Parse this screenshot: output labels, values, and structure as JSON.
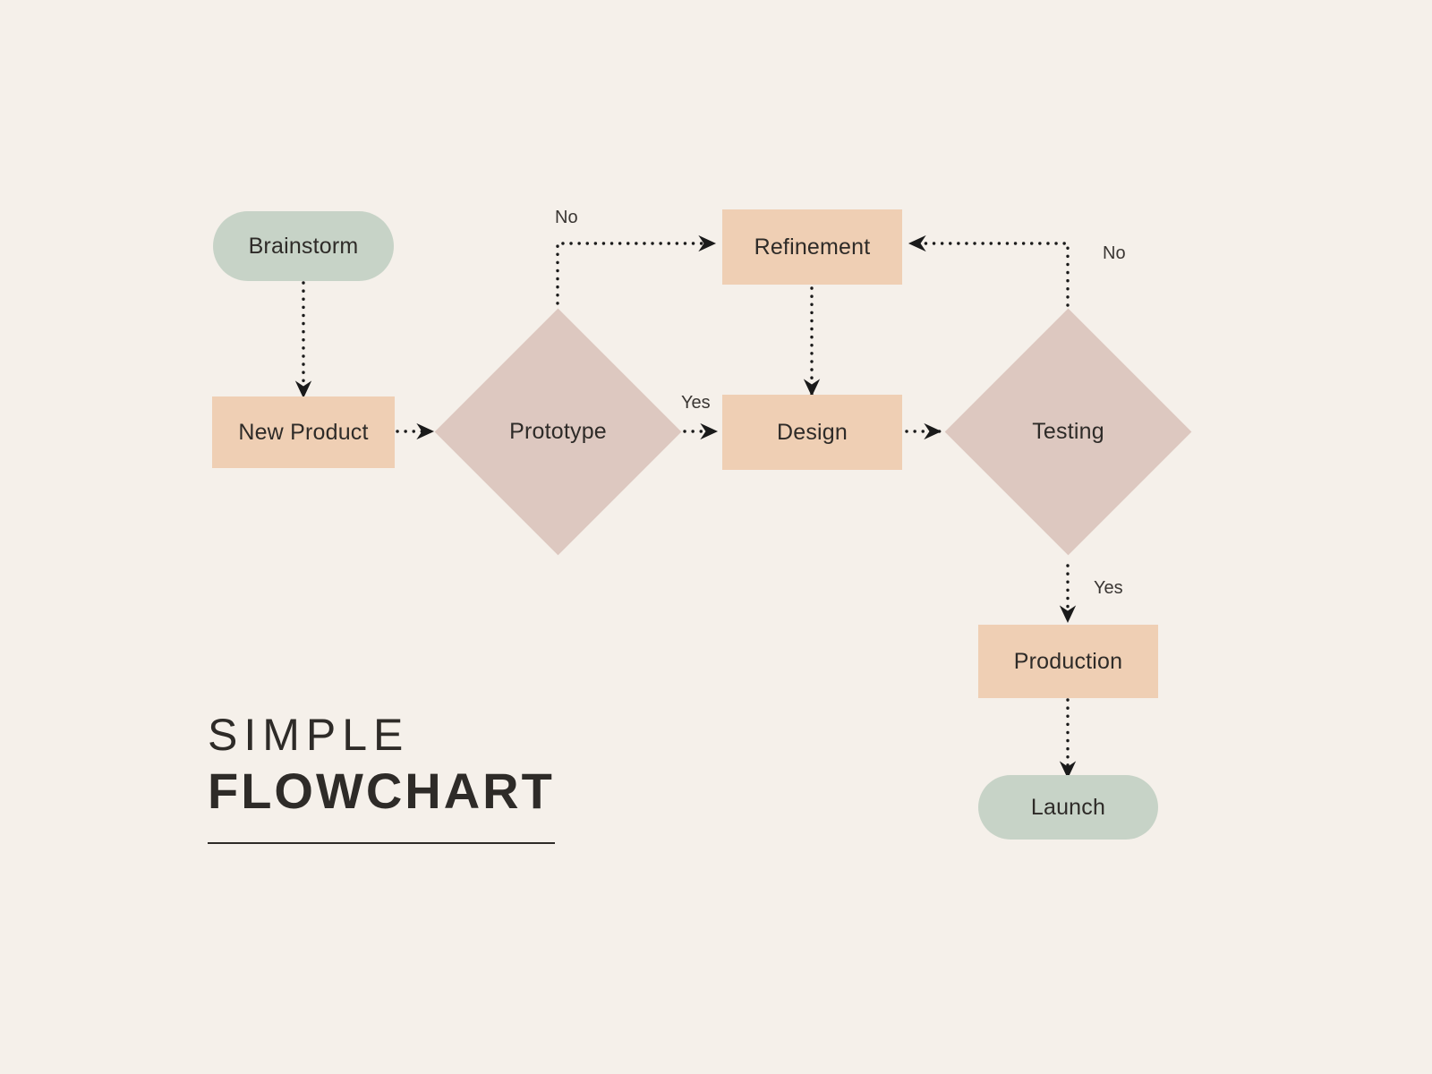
{
  "title": {
    "line1": "SIMPLE",
    "line2": "FLOWCHART"
  },
  "colors": {
    "background": "#F5F0EA",
    "terminator": "#C7D3C7",
    "process": "#EFCFB4",
    "decision": "#DDC8C0",
    "text": "#2E2B28",
    "connector": "#1A1A1A"
  },
  "nodes": {
    "brainstorm": {
      "label": "Brainstorm",
      "shape": "terminator"
    },
    "new_product": {
      "label": "New Product",
      "shape": "process"
    },
    "prototype": {
      "label": "Prototype",
      "shape": "decision"
    },
    "refinement": {
      "label": "Refinement",
      "shape": "process"
    },
    "design": {
      "label": "Design",
      "shape": "process"
    },
    "testing": {
      "label": "Testing",
      "shape": "decision"
    },
    "production": {
      "label": "Production",
      "shape": "process"
    },
    "launch": {
      "label": "Launch",
      "shape": "terminator"
    }
  },
  "edge_labels": {
    "prototype_no": "No",
    "prototype_yes": "Yes",
    "testing_no": "No",
    "testing_yes": "Yes"
  },
  "edges": [
    {
      "from": "brainstorm",
      "to": "new_product",
      "label": ""
    },
    {
      "from": "new_product",
      "to": "prototype",
      "label": ""
    },
    {
      "from": "prototype",
      "to": "refinement",
      "label": "No"
    },
    {
      "from": "prototype",
      "to": "design",
      "label": "Yes"
    },
    {
      "from": "refinement",
      "to": "design",
      "label": ""
    },
    {
      "from": "design",
      "to": "testing",
      "label": ""
    },
    {
      "from": "testing",
      "to": "refinement",
      "label": "No"
    },
    {
      "from": "testing",
      "to": "production",
      "label": "Yes"
    },
    {
      "from": "production",
      "to": "launch",
      "label": ""
    }
  ]
}
